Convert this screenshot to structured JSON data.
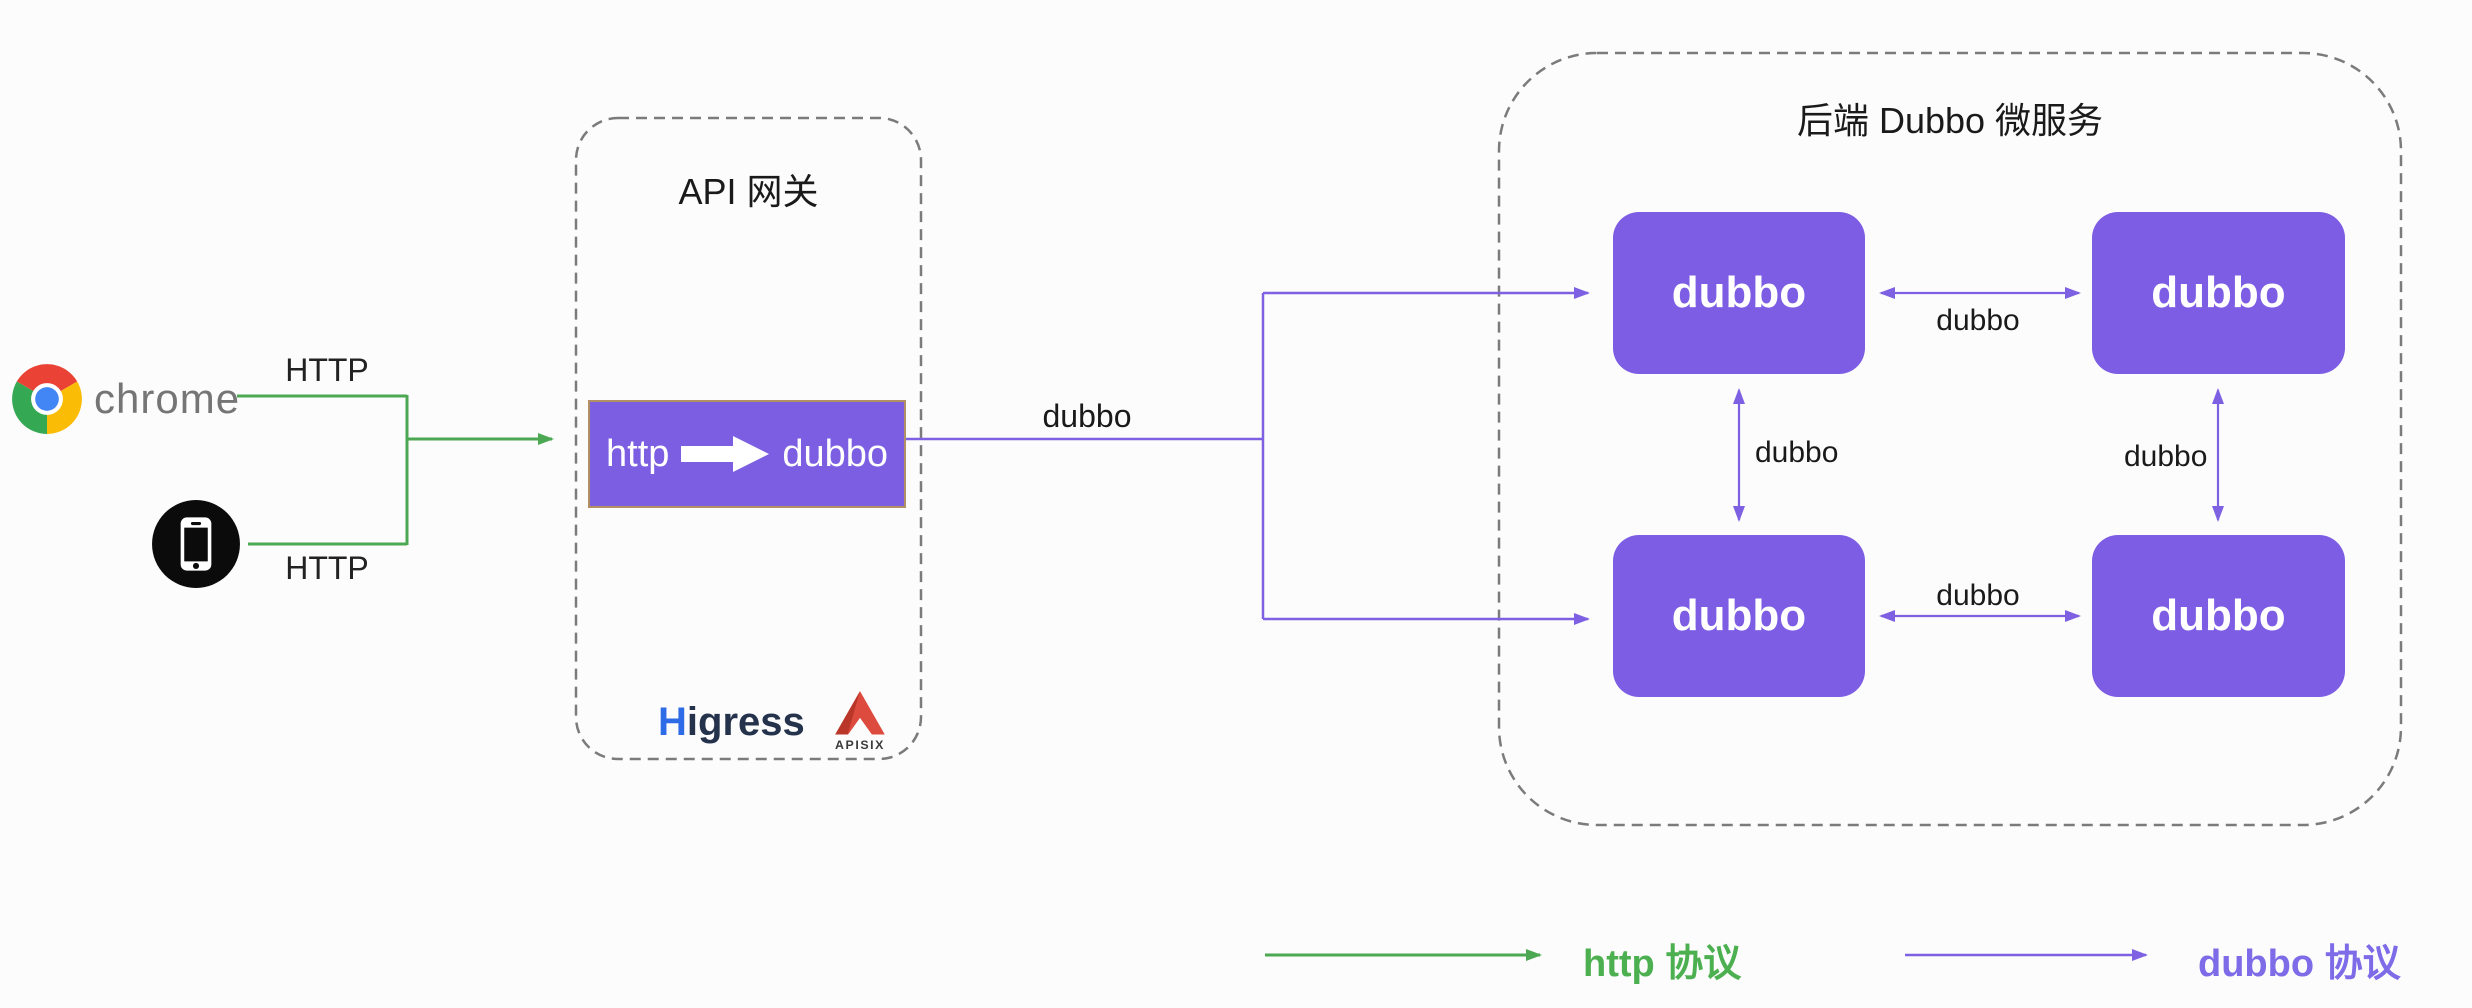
{
  "clients": {
    "chrome_label": "chrome",
    "http_top": "HTTP",
    "http_bottom": "HTTP"
  },
  "gateway": {
    "title": "API 网关",
    "converter": {
      "from": "http",
      "to": "dubbo"
    },
    "logos": {
      "higress_h": "H",
      "higress_rest": "igress",
      "apisix": "APISIX"
    }
  },
  "link": {
    "label": "dubbo"
  },
  "backend": {
    "title": "后端 Dubbo 微服务",
    "nodes": [
      "dubbo",
      "dubbo",
      "dubbo",
      "dubbo"
    ],
    "links": {
      "top": "dubbo",
      "bottom": "dubbo",
      "left": "dubbo",
      "right": "dubbo"
    }
  },
  "legend": {
    "http_label": "http 协议",
    "dubbo_label": "dubbo 协议"
  },
  "colors": {
    "node_purple": "#7c5de3",
    "purple_line": "#7e60e2",
    "purple_text": "#7d6be8",
    "green_line": "#4ca852",
    "green_text": "#4caf50",
    "converter_border": "#b38f66",
    "dashed_border": "#7b7b7b",
    "chrome_text_gray": "#757575"
  }
}
